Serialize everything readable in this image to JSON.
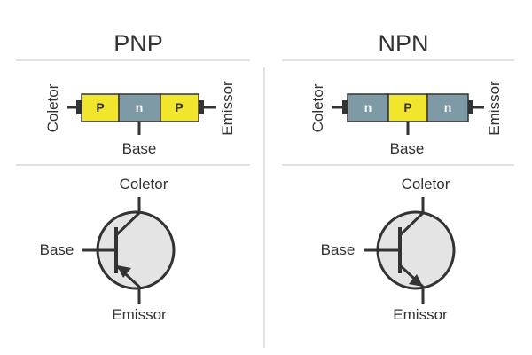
{
  "colors": {
    "p_fill": "#f2e62d",
    "n_fill": "#7e9aa6",
    "p_text": "#333333",
    "n_text": "#ffffff",
    "circle_fill": "#e4e4e4",
    "stroke": "#333333"
  },
  "pnp": {
    "title": "PNP",
    "segments": [
      "P",
      "n",
      "P"
    ],
    "collector_label": "Coletor",
    "emitter_label": "Emissor",
    "base_label": "Base",
    "symbol": {
      "collector_label": "Coletor",
      "base_label": "Base",
      "emitter_label": "Emissor"
    }
  },
  "npn": {
    "title": "NPN",
    "segments": [
      "n",
      "P",
      "n"
    ],
    "collector_label": "Coletor",
    "emitter_label": "Emissor",
    "base_label": "Base",
    "symbol": {
      "collector_label": "Coletor",
      "base_label": "Base",
      "emitter_label": "Emissor"
    }
  }
}
